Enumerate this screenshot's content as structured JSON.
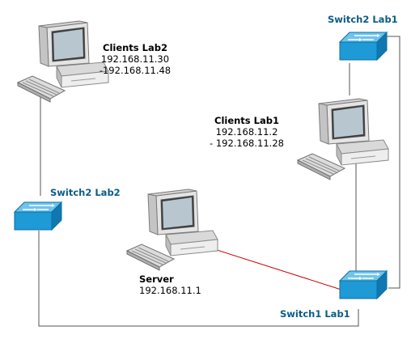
{
  "colors": {
    "switch_label": "#0a5c8a",
    "switch_body": "#1e9ad6",
    "cable": "#555555",
    "server_link": "#cc0000"
  },
  "nodes": {
    "clients_lab2": {
      "title": "Clients Lab2",
      "range_start": "192.168.11.30",
      "range_end": "-192.168.11.48",
      "icon": "desktop-computer-icon"
    },
    "clients_lab1": {
      "title": "Clients Lab1",
      "range_start": "192.168.11.2",
      "range_end": "- 192.168.11.28",
      "icon": "desktop-computer-icon"
    },
    "server": {
      "title": "Server",
      "ip": "192.168.11.1",
      "icon": "desktop-computer-icon"
    },
    "switch2_lab1": {
      "label": "Switch2 Lab1",
      "icon": "network-switch-icon"
    },
    "switch2_lab2": {
      "label": "Switch2 Lab2",
      "icon": "network-switch-icon"
    },
    "switch1_lab1": {
      "label": "Switch1 Lab1",
      "icon": "network-switch-icon"
    }
  }
}
